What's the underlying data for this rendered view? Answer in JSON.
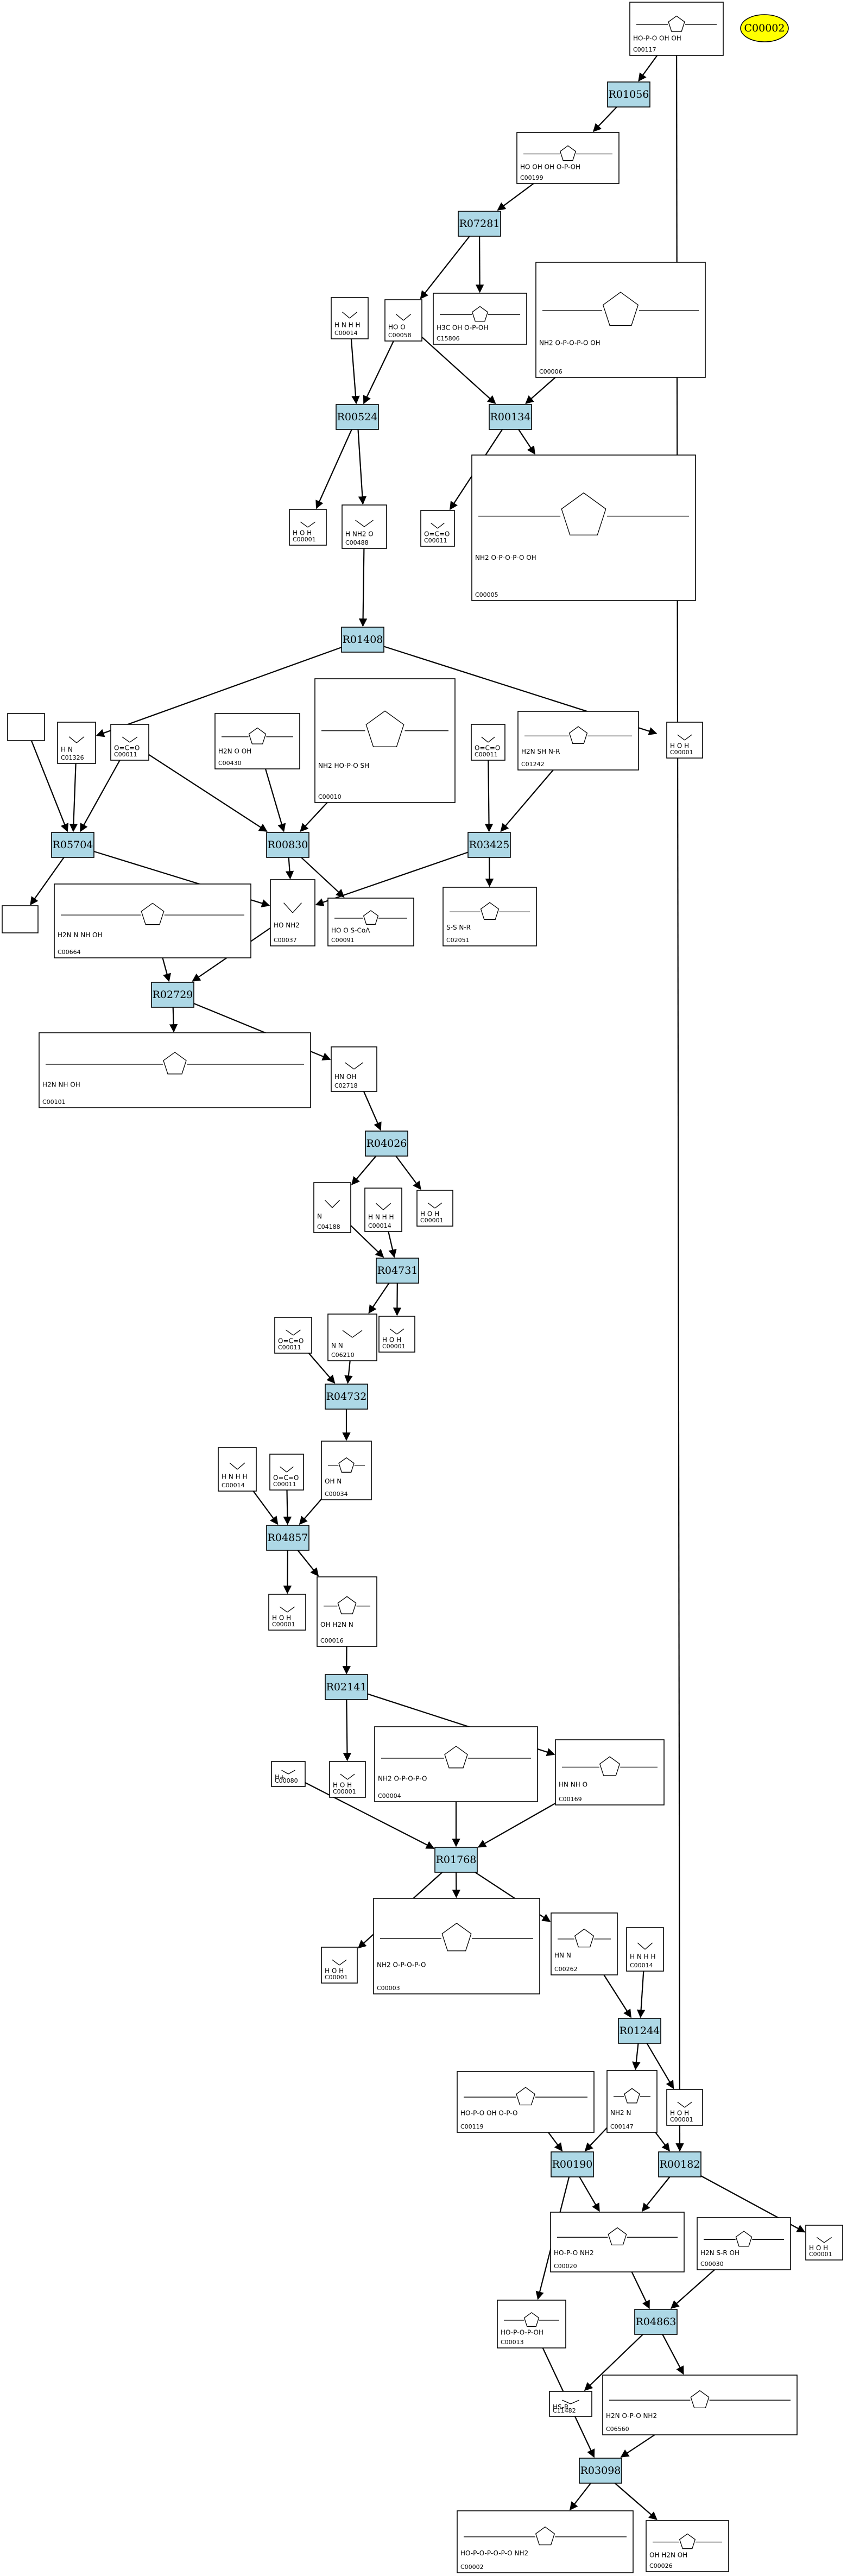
{
  "target": {
    "label": "C00002"
  },
  "reactions": {
    "R01056": "R01056",
    "R07281": "R07281",
    "R00524": "R00524",
    "R00134": "R00134",
    "R01408": "R01408",
    "R05704": "R05704",
    "R00830": "R00830",
    "R03425": "R03425",
    "R02729": "R02729",
    "R04026": "R04026",
    "R04731": "R04731",
    "R04732": "R04732",
    "R04857": "R04857",
    "R02141": "R02141",
    "R01768": "R01768",
    "R01244": "R01244",
    "R00190": "R00190",
    "R00182": "R00182",
    "R04863": "R04863",
    "R03098": "R03098"
  },
  "compounds": {
    "C00117": {
      "id": "C00117",
      "glyphs": "HO-P-O OH OH"
    },
    "C00199": {
      "id": "C00199",
      "glyphs": "HO OH OH O-P-OH"
    },
    "C00014": {
      "id": "C00014",
      "glyphs": "H N H H"
    },
    "C00058": {
      "id": "C00058",
      "glyphs": "HO O"
    },
    "C15806": {
      "id": "C15806",
      "glyphs": "H3C OH O-P-OH"
    },
    "C00006": {
      "id": "C00006",
      "glyphs": "NH2 O-P-O-P-O OH"
    },
    "C00001": {
      "id": "C00001",
      "glyphs": "H O H"
    },
    "C00488": {
      "id": "C00488",
      "glyphs": "H NH2 O"
    },
    "C00011": {
      "id": "C00011",
      "glyphs": "O=C=O"
    },
    "C00005": {
      "id": "C00005",
      "glyphs": "NH2 O-P-O-P-O OH"
    },
    "C01326": {
      "id": "C01326",
      "glyphs": "H N"
    },
    "C00430": {
      "id": "C00430",
      "glyphs": "H2N O OH"
    },
    "C00010": {
      "id": "C00010",
      "glyphs": "NH2 HO-P-O SH"
    },
    "C01242": {
      "id": "C01242",
      "glyphs": "H2N SH N-R"
    },
    "C00664": {
      "id": "C00664",
      "glyphs": "H2N N NH OH"
    },
    "C00037": {
      "id": "C00037",
      "glyphs": "HO NH2"
    },
    "C00091": {
      "id": "C00091",
      "glyphs": "HO O S-CoA"
    },
    "C02051": {
      "id": "C02051",
      "glyphs": "S-S N-R"
    },
    "C00101": {
      "id": "C00101",
      "glyphs": "H2N NH OH"
    },
    "C02718": {
      "id": "C02718",
      "glyphs": "HN OH"
    },
    "C04188": {
      "id": "C04188",
      "glyphs": "N"
    },
    "C06210": {
      "id": "C06210",
      "glyphs": "N N"
    },
    "C00034": {
      "id": "C00034",
      "glyphs": "OH N"
    },
    "C00016": {
      "id": "C00016",
      "glyphs": "OH H2N N"
    },
    "C00080": {
      "id": "C00080",
      "glyphs": "H+"
    },
    "C00004": {
      "id": "C00004",
      "glyphs": "NH2 O-P-O-P-O"
    },
    "C00169": {
      "id": "C00169",
      "glyphs": "HN NH O"
    },
    "C00003": {
      "id": "C00003",
      "glyphs": "NH2 O-P-O-P-O"
    },
    "C00262": {
      "id": "C00262",
      "glyphs": "HN N"
    },
    "C00119": {
      "id": "C00119",
      "glyphs": "HO-P-O OH O-P-O"
    },
    "C00147": {
      "id": "C00147",
      "glyphs": "NH2 N"
    },
    "C00020": {
      "id": "C00020",
      "glyphs": "HO-P-O NH2"
    },
    "C00030": {
      "id": "C00030",
      "glyphs": "H2N S-R OH"
    },
    "C00013": {
      "id": "C00013",
      "glyphs": "HO-P-O-P-OH"
    },
    "C11482": {
      "id": "C11482",
      "glyphs": "HS-R"
    },
    "C06560": {
      "id": "C06560",
      "glyphs": "H2N O-P-O NH2"
    },
    "C00002": {
      "id": "C00002",
      "glyphs": "HO-P-O-P-O-P-O NH2"
    },
    "C00026": {
      "id": "C00026",
      "glyphs": "OH H2N OH"
    }
  },
  "unlabeled_boxes": [
    "",
    ""
  ]
}
